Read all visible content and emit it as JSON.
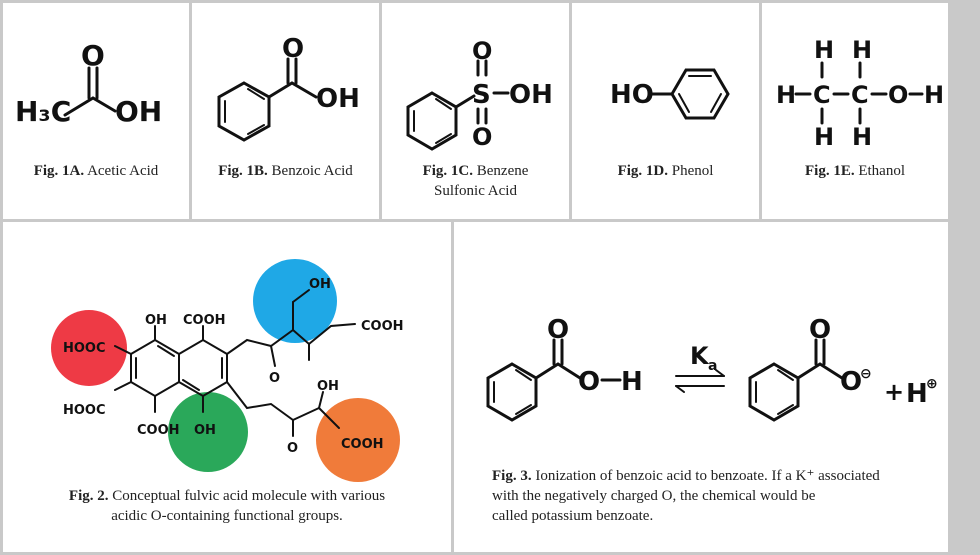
{
  "fig1a": {
    "label": "Fig. 1A.",
    "name": "Acetic Acid",
    "atoms": {
      "h3c": "H₃C",
      "o_top": "O",
      "oh": "OH"
    }
  },
  "fig1b": {
    "label": "Fig. 1B.",
    "name": "Benzoic Acid",
    "atoms": {
      "o_top": "O",
      "oh": "OH"
    }
  },
  "fig1c": {
    "label": "Fig. 1C.",
    "name_line1": "Benzene",
    "name_line2": "Sulfonic Acid",
    "atoms": {
      "s": "S",
      "o_top": "O",
      "o_bottom": "O",
      "oh": "OH"
    }
  },
  "fig1d": {
    "label": "Fig. 1D.",
    "name": "Phenol",
    "atoms": {
      "ho": "HO"
    }
  },
  "fig1e": {
    "label": "Fig. 1E.",
    "name": "Ethanol",
    "atoms": {
      "h": "H",
      "c": "C",
      "o": "O"
    }
  },
  "fig2": {
    "label": "Fig. 2.",
    "text_line1": "Conceptual fulvic acid molecule with various",
    "text_line2": "acidic O-containing functional groups.",
    "groups": {
      "cooh": "COOH",
      "hooc": "HOOC",
      "oh": "OH",
      "o": "O"
    },
    "highlight_colors": {
      "red": "#ee3a45",
      "blue": "#1fa8e6",
      "green": "#2aa85a",
      "orange": "#f07b3a"
    }
  },
  "fig3": {
    "label": "Fig. 3.",
    "text_line1": "Ionization of benzoic acid to benzoate. If a K⁺ associated",
    "text_line2": "with the negatively charged O, the chemical would be",
    "text_line3": "called potassium benzoate.",
    "atoms": {
      "o": "O",
      "h": "H",
      "ka_k": "K",
      "ka_a": "a",
      "plus": "+",
      "minus": "⊖",
      "hplus": "H",
      "hplus_charge": "⊕"
    }
  }
}
